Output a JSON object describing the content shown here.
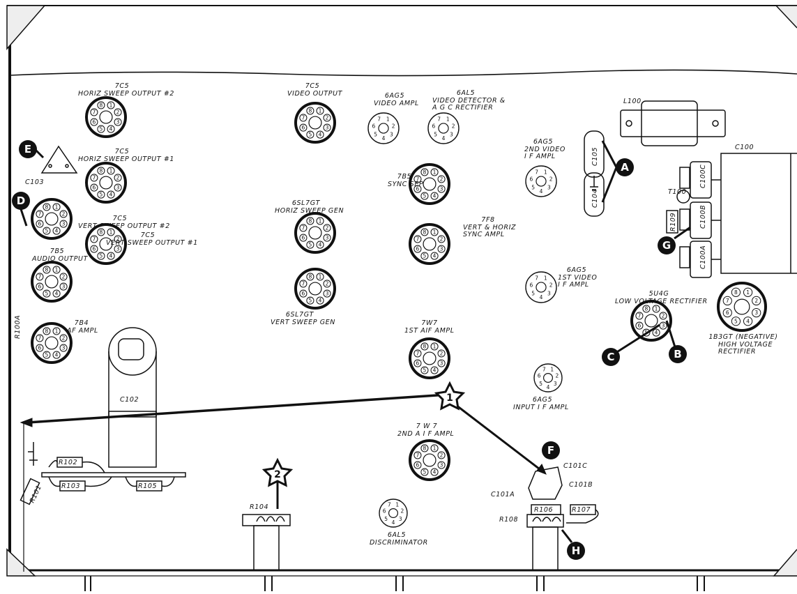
{
  "tubes": [
    {
      "id": "t1",
      "type": "7C5",
      "desc": [
        "HORIZ SWEEP OUTPUT #2"
      ],
      "pins": [
        "1",
        "2",
        "3",
        "4",
        "5",
        "6",
        "7",
        "8"
      ]
    },
    {
      "id": "t2",
      "type": "7C5",
      "desc": [
        "HORIZ SWEEP OUTPUT #1"
      ],
      "pins": [
        "1",
        "2",
        "3",
        "4",
        "5",
        "6",
        "7",
        "8"
      ]
    },
    {
      "id": "t3",
      "type": "7C5",
      "desc": [
        "VERT SWEEP OUTPUT #2"
      ],
      "pins": [
        "1",
        "2",
        "3",
        "4",
        "5",
        "6",
        "7",
        "8"
      ]
    },
    {
      "id": "t4",
      "type": "7C5",
      "desc": [
        "VERT SWEEP OUTPUT #1"
      ],
      "pins": [
        "1",
        "2",
        "3",
        "4",
        "5",
        "6",
        "7",
        "8"
      ]
    },
    {
      "id": "t5",
      "type": "7B5",
      "desc": [
        "AUDIO OUTPUT"
      ],
      "pins": [
        "1",
        "2",
        "3",
        "4",
        "5",
        "6",
        "7",
        "8"
      ]
    },
    {
      "id": "t6",
      "type": "7B4",
      "desc": [
        "AF AMPL"
      ],
      "pins": [
        "1",
        "2",
        "3",
        "4",
        "5",
        "6",
        "7",
        "8"
      ]
    },
    {
      "id": "t7",
      "type": "7C5",
      "desc": [
        "VIDEO OUTPUT"
      ],
      "pins": [
        "1",
        "2",
        "3",
        "4",
        "5",
        "6",
        "7",
        "8"
      ]
    },
    {
      "id": "t8",
      "type": "6AG5",
      "desc": [
        "VIDEO AMPL"
      ],
      "pins": [
        "1",
        "2",
        "3",
        "4",
        "5",
        "6",
        "7"
      ]
    },
    {
      "id": "t9",
      "type": "6AL5",
      "desc": [
        "VIDEO DETECTOR &",
        "A G C RECTIFIER"
      ],
      "pins": [
        "1",
        "2",
        "3",
        "4",
        "5",
        "6",
        "7"
      ]
    },
    {
      "id": "t10",
      "type": "7B5",
      "desc": [
        "SYNC SEP"
      ],
      "pins": [
        "1",
        "2",
        "3",
        "4",
        "5",
        "6",
        "7",
        "8"
      ]
    },
    {
      "id": "t11",
      "type": "6SL7GT",
      "desc": [
        "HORIZ SWEEP GEN"
      ],
      "pins": [
        "1",
        "2",
        "3",
        "4",
        "5",
        "6",
        "7",
        "8"
      ]
    },
    {
      "id": "t12",
      "type": "6SL7GT",
      "desc": [
        "VERT SWEEP GEN"
      ],
      "pins": [
        "1",
        "2",
        "3",
        "4",
        "5",
        "6",
        "7",
        "8"
      ]
    },
    {
      "id": "t13",
      "type": "7F8",
      "desc": [
        "VERT & HORIZ",
        "SYNC AMPL"
      ],
      "pins": [
        "1",
        "2",
        "3",
        "4",
        "5",
        "6",
        "7",
        "8"
      ]
    },
    {
      "id": "t14",
      "type": "6AG5",
      "desc": [
        "2ND VIDEO",
        "I F AMPL"
      ],
      "pins": [
        "1",
        "2",
        "3",
        "4",
        "5",
        "6",
        "7"
      ]
    },
    {
      "id": "t15",
      "type": "6AG5",
      "desc": [
        "1ST VIDEO",
        "I F AMPL"
      ],
      "pins": [
        "1",
        "2",
        "3",
        "4",
        "5",
        "6",
        "7"
      ]
    },
    {
      "id": "t16",
      "type": "5U4G",
      "desc": [
        "LOW VOLTAGE RECTIFIER"
      ],
      "pins": [
        "1",
        "2",
        "3",
        "4",
        "5",
        "6",
        "7",
        "8"
      ]
    },
    {
      "id": "t17",
      "type": "1B3GT (NEGATIVE)",
      "desc": [
        "HIGH VOLTAGE",
        "RECTIFIER"
      ],
      "pins": [
        "1",
        "2",
        "3",
        "4",
        "5",
        "6",
        "7",
        "8"
      ]
    },
    {
      "id": "t18",
      "type": "7W7",
      "desc": [
        "1ST AIF AMPL"
      ],
      "pins": [
        "1",
        "2",
        "3",
        "4",
        "5",
        "6",
        "7",
        "8"
      ]
    },
    {
      "id": "t19",
      "type": "6AG5",
      "desc": [
        "INPUT I F AMPL"
      ],
      "pins": [
        "1",
        "2",
        "3",
        "4",
        "5",
        "6",
        "7"
      ]
    },
    {
      "id": "t20",
      "type": "7 W 7",
      "desc": [
        "2ND A I F AMPL"
      ],
      "pins": [
        "1",
        "2",
        "3",
        "4",
        "5",
        "6",
        "7",
        "8"
      ]
    },
    {
      "id": "t21",
      "type": "6AL5",
      "desc": [
        "DISCRIMINATOR"
      ],
      "pins": [
        "1",
        "2",
        "3",
        "4",
        "5",
        "6",
        "7"
      ]
    }
  ],
  "components": {
    "L100": "L100",
    "C100": "C100",
    "C100A": "C100A",
    "C100B": "C100B",
    "C100C": "C100C",
    "T100": "T100",
    "R109": "R109",
    "C104": "C104",
    "C105": "C105",
    "C103": "C103",
    "C102": "C102",
    "R100A": "R100A",
    "R101": "R101",
    "R102": "R102",
    "R103": "R103",
    "R105": "R105",
    "R104": "R104",
    "C101A": "C101A",
    "C101B": "C101B",
    "C101C": "C101C",
    "R106": "R106",
    "R107": "R107",
    "R108": "R108"
  },
  "markers": {
    "A": "A",
    "B": "B",
    "C": "C",
    "D": "D",
    "E": "E",
    "F": "F",
    "G": "G",
    "H": "H",
    "one": "1",
    "two": "2"
  }
}
